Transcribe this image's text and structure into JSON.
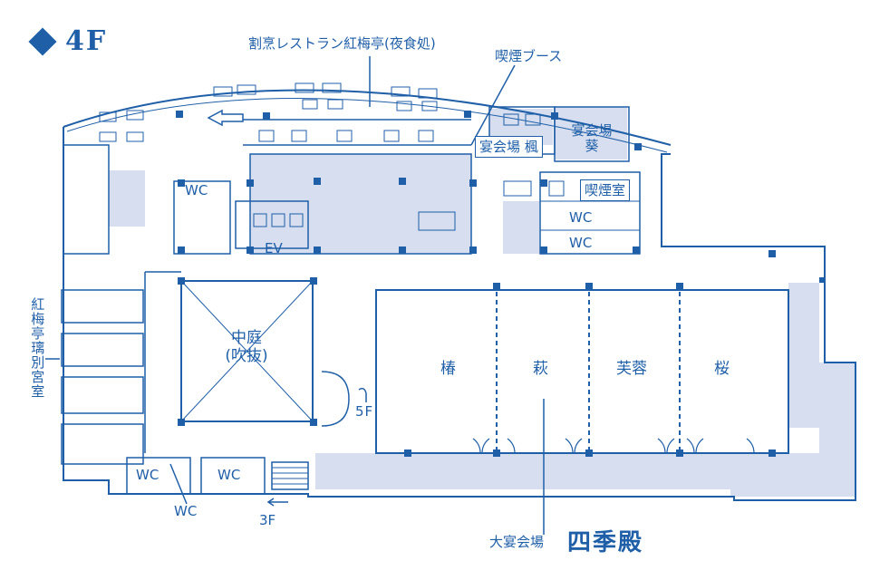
{
  "floor": "4F",
  "labels": {
    "restaurant": "割烹レストラン紅梅亭(夜食処)",
    "smoking_booth": "喫煙ブース",
    "banquet_kaede": "宴会場 楓",
    "banquet_aoi_1": "宴会場",
    "banquet_aoi_2": "葵",
    "smoking_room": "喫煙室",
    "wc_upper_left": "WC",
    "wc_right_1": "WC",
    "wc_right_2": "WC",
    "ev": "EV",
    "courtyard_1": "中庭",
    "courtyard_2": "(吹抜)",
    "private_room": "紅梅亭璃別宮室",
    "room_tsubaki": "椿",
    "room_hagi": "萩",
    "room_fuyo": "芙蓉",
    "room_sakura": "桜",
    "to_5f": "5F",
    "to_3f": "3F",
    "wc_bottom_1": "WC",
    "wc_bottom_2": "WC",
    "wc_bottom_3": "WC",
    "grand_hall_prefix": "大宴会場",
    "grand_hall_name": "四季殿"
  },
  "colors": {
    "line": "#1f5fa8",
    "fill": "#d6def0",
    "background": "#ffffff"
  }
}
